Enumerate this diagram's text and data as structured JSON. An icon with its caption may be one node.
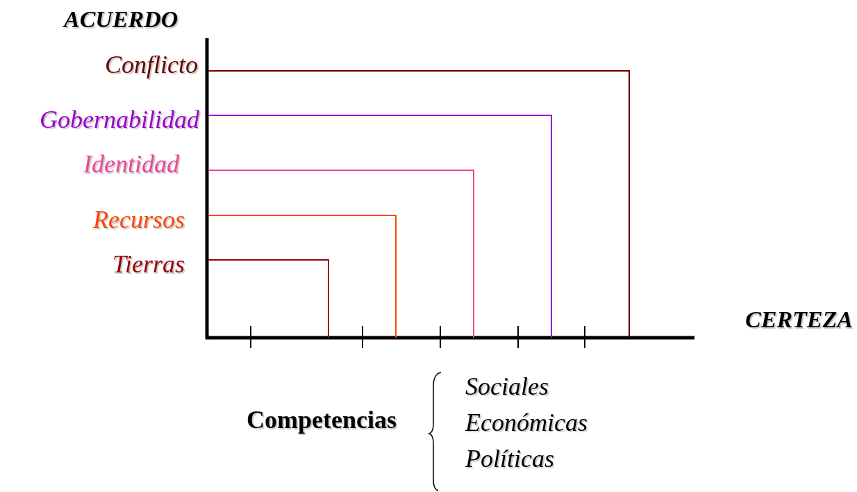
{
  "diagram": {
    "labels": [
      "ACUERDO",
      "Conflicto",
      "Gobernabilidad",
      "Identidad",
      "Recursos",
      "Tierras",
      "CERTEZA",
      "Sociales",
      "Competencias",
      "Económicas",
      "Políticas"
    ]
  }
}
